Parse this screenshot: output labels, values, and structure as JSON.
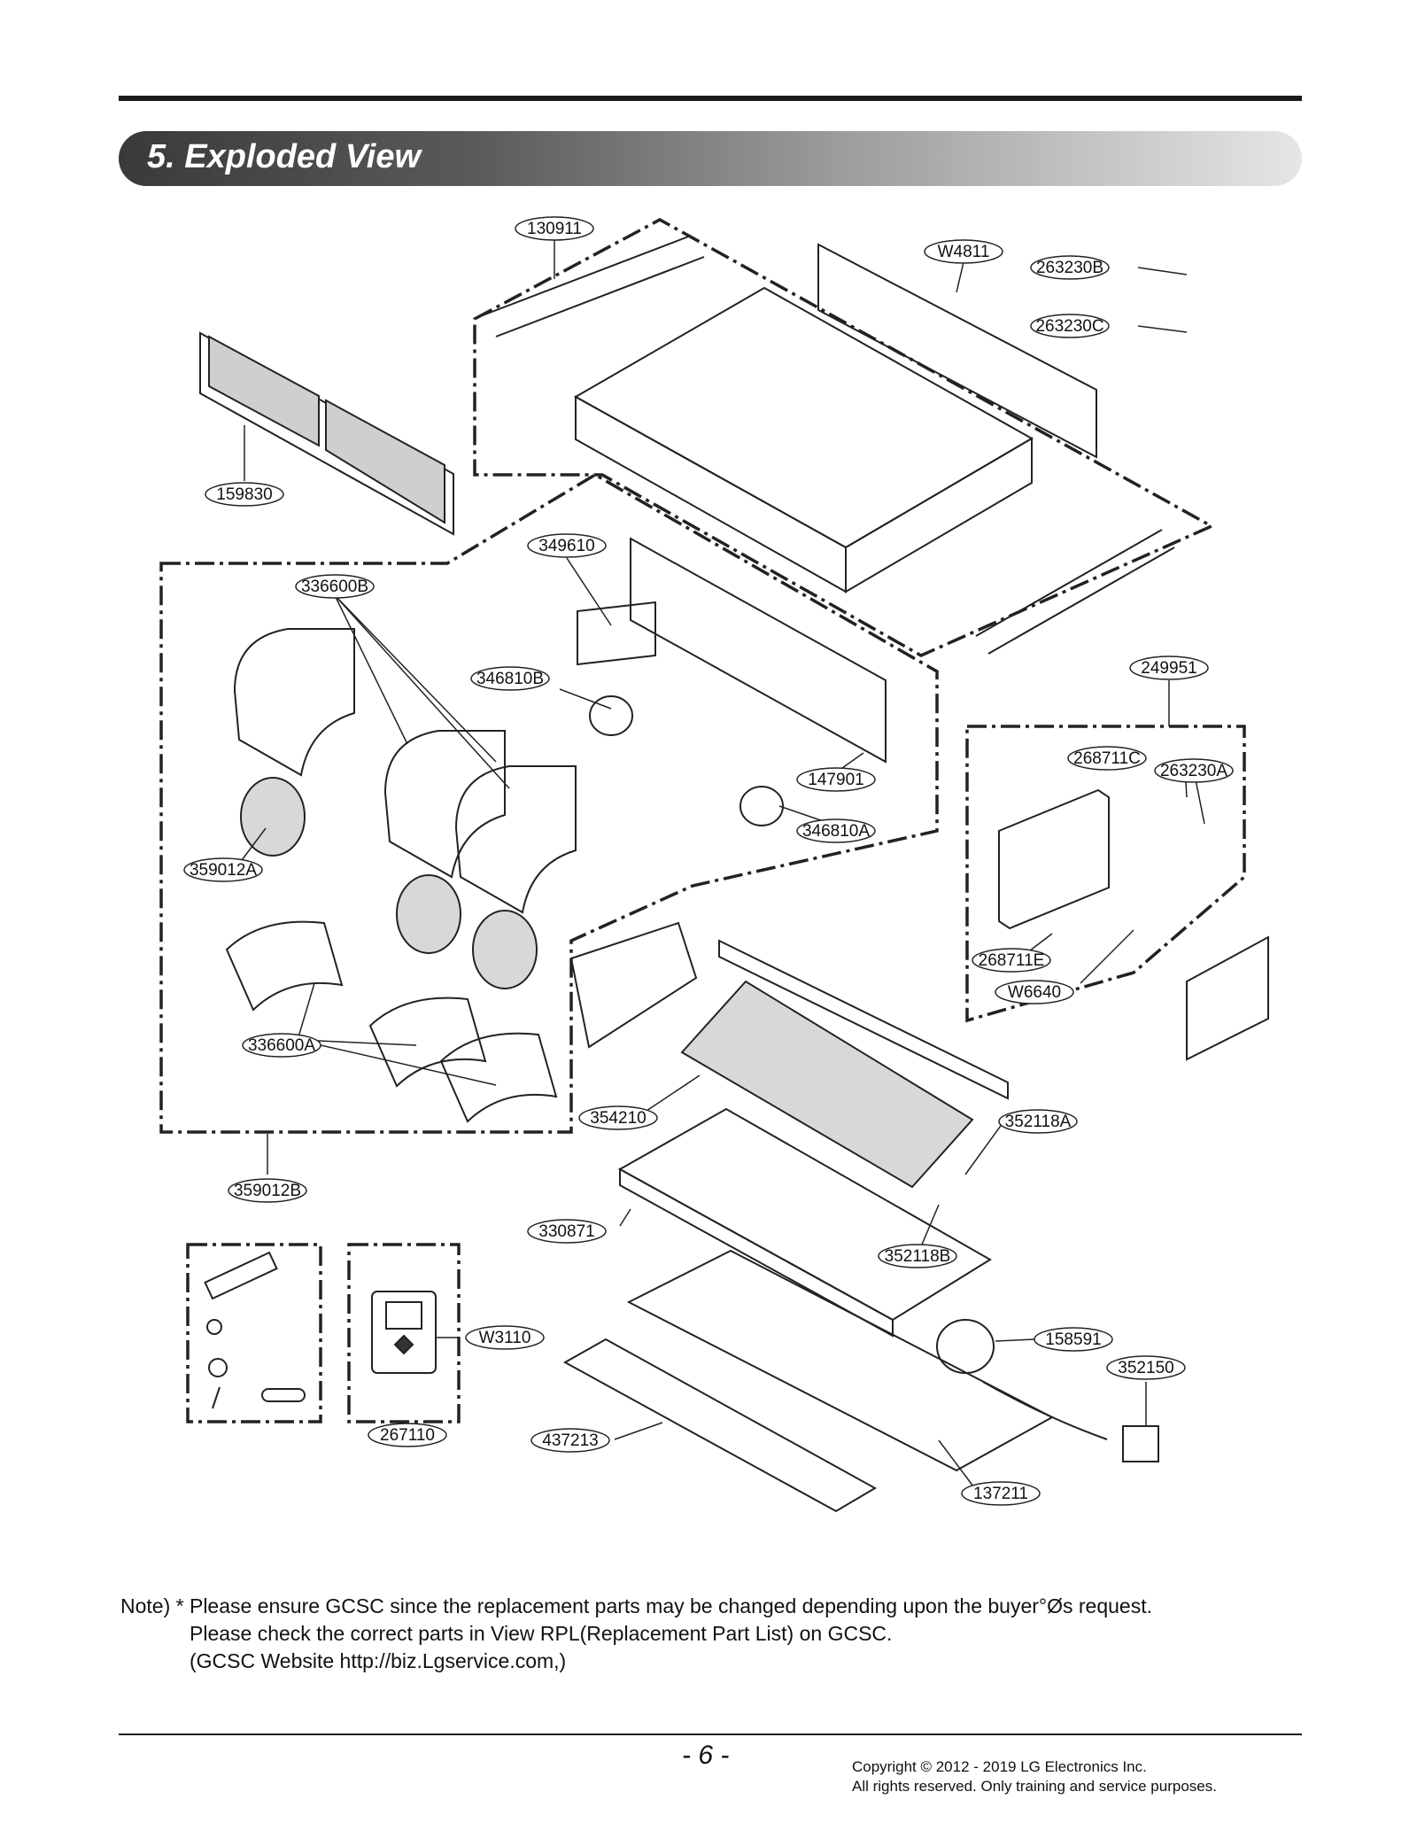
{
  "header": {
    "title": "5. Exploded View"
  },
  "callouts": [
    {
      "id": "130911",
      "label": "130911"
    },
    {
      "id": "W4811",
      "label": "W4811"
    },
    {
      "id": "263230B",
      "label": "263230B"
    },
    {
      "id": "263230C",
      "label": "263230C"
    },
    {
      "id": "159830",
      "label": "159830"
    },
    {
      "id": "349610",
      "label": "349610"
    },
    {
      "id": "336600B",
      "label": "336600B"
    },
    {
      "id": "346810B",
      "label": "346810B"
    },
    {
      "id": "147901",
      "label": "147901"
    },
    {
      "id": "346810A",
      "label": "346810A"
    },
    {
      "id": "359012A",
      "label": "359012A"
    },
    {
      "id": "249951",
      "label": "249951"
    },
    {
      "id": "268711C",
      "label": "268711C"
    },
    {
      "id": "263230A",
      "label": "263230A"
    },
    {
      "id": "268711E",
      "label": "268711E"
    },
    {
      "id": "W6640",
      "label": "W6640"
    },
    {
      "id": "336600A",
      "label": "336600A"
    },
    {
      "id": "354210",
      "label": "354210"
    },
    {
      "id": "352118A",
      "label": "352118A"
    },
    {
      "id": "359012B",
      "label": "359012B"
    },
    {
      "id": "330871",
      "label": "330871"
    },
    {
      "id": "352118B",
      "label": "352118B"
    },
    {
      "id": "W3110",
      "label": "W3110"
    },
    {
      "id": "158591",
      "label": "158591"
    },
    {
      "id": "352150",
      "label": "352150"
    },
    {
      "id": "267110",
      "label": "267110"
    },
    {
      "id": "437213",
      "label": "437213"
    },
    {
      "id": "137211",
      "label": "137211"
    }
  ],
  "note": {
    "line1": "Note) * Please ensure GCSC since the replacement parts may be changed depending upon the buyer°Øs request.",
    "line2": "Please check  the correct parts in View RPL(Replacement Part List) on GCSC.",
    "line3": "(GCSC Website  http://biz.Lgservice.com,)"
  },
  "footer": {
    "page_number": "- 6 -",
    "copyright_line1": "Copyright © 2012 - 2019 LG Electronics Inc.",
    "copyright_line2": "All rights reserved. Only training and service purposes."
  }
}
